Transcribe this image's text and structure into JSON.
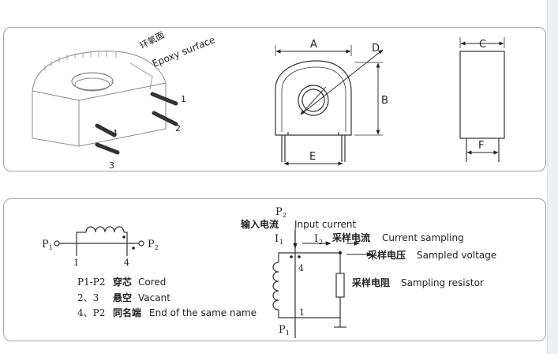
{
  "top": {
    "surface_cn": "环氧面",
    "surface_en": "Epoxy surface",
    "pins": [
      "1",
      "2",
      "3",
      "4"
    ],
    "dims": {
      "A": "A",
      "B": "B",
      "C": "C",
      "D": "D",
      "E": "E",
      "F": "F"
    }
  },
  "schematic": {
    "p1": "P",
    "p2": "P",
    "sub1": "1",
    "sub2": "2",
    "pin1": "1",
    "pin4": "4",
    "legend": [
      {
        "key": "P1-P2",
        "cn": "穿芯",
        "en": "Cored"
      },
      {
        "key": "2、3",
        "cn": "悬空",
        "en": "Vacant"
      },
      {
        "key": "4、P2",
        "cn": "同名端",
        "en": "End of the same name"
      }
    ]
  },
  "circuit": {
    "p2": "P",
    "p2_sub": "2",
    "input_cn": "输入电流",
    "input_en": "Input current",
    "i1": "I",
    "i1_sub": "1",
    "i2": "I",
    "i2_sub": "2",
    "pin4": "4",
    "pin1": "1",
    "p1": "P",
    "p1_sub": "1",
    "current_sampling_cn": "采样电流",
    "current_sampling_en": "Current sampling",
    "sampled_voltage_cn": "采样电压",
    "sampled_voltage_en": "Sampled voltage",
    "sampling_resistor_cn": "采样电阻",
    "sampling_resistor_en": "Sampling resistor"
  }
}
